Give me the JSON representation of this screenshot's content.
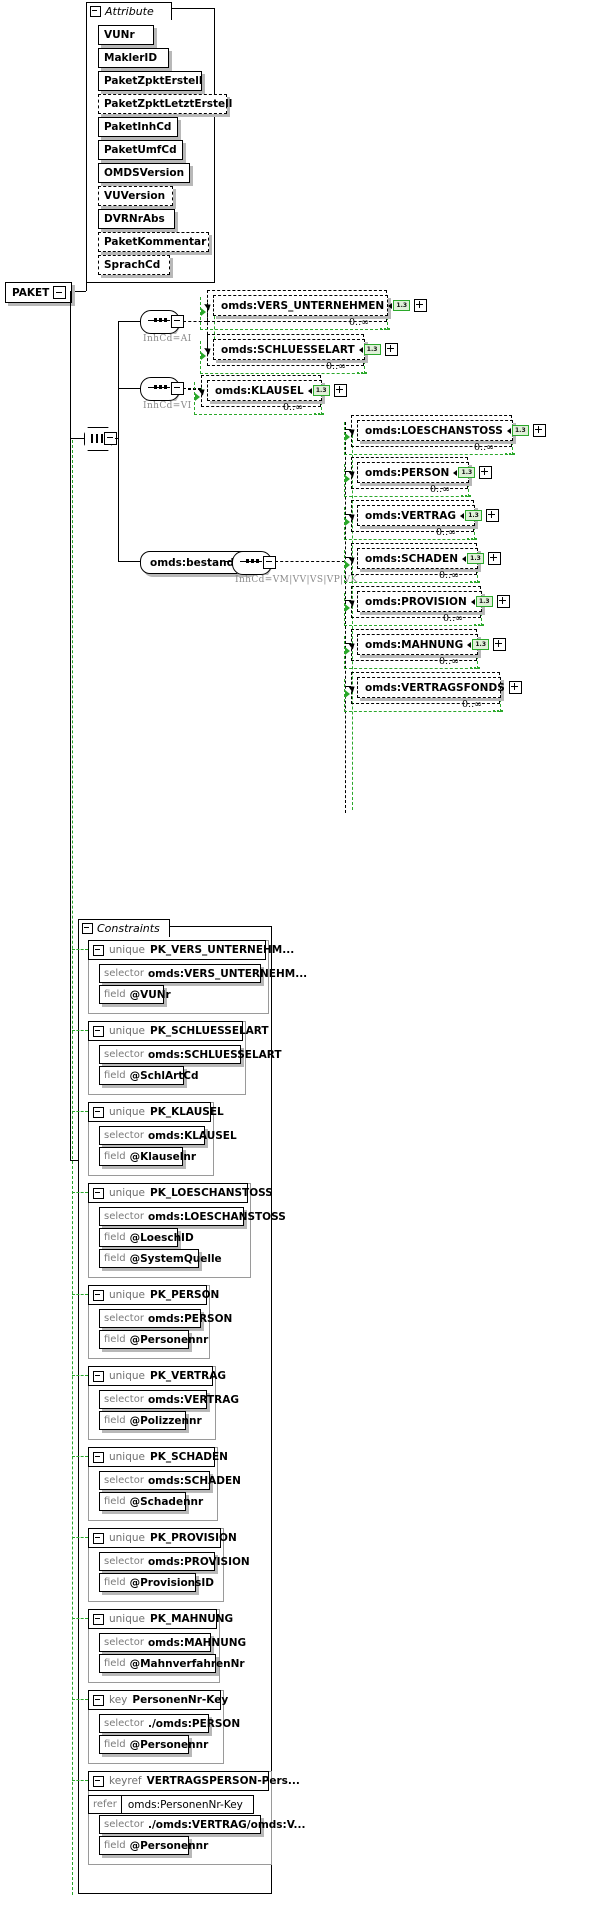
{
  "root": {
    "label": "PAKET"
  },
  "attribute_group": {
    "title": "Attribute",
    "items": [
      {
        "label": "VUNr",
        "optional": false,
        "w": 44
      },
      {
        "label": "MaklerID",
        "optional": false,
        "w": 59
      },
      {
        "label": "PaketZpktErstell",
        "optional": false,
        "w": 92
      },
      {
        "label": "PaketZpktLetztErstell",
        "optional": true,
        "w": 117
      },
      {
        "label": "PaketInhCd",
        "optional": false,
        "w": 68
      },
      {
        "label": "PaketUmfCd",
        "optional": false,
        "w": 73
      },
      {
        "label": "OMDSVersion",
        "optional": false,
        "w": 80
      },
      {
        "label": "VUVersion",
        "optional": true,
        "w": 63
      },
      {
        "label": "DVRNrAbs",
        "optional": false,
        "w": 65
      },
      {
        "label": "PaketKommentar",
        "optional": true,
        "w": 99
      },
      {
        "label": "SprachCd",
        "optional": true,
        "w": 60
      }
    ]
  },
  "compositors": {
    "seq_ai_label": "InhCd=AI",
    "seq_vi_label": "InhCd=VI",
    "seq_bestand_label": "InhCd=VM|VV|VS|VP|VK",
    "bestand_label": "omds:bestand"
  },
  "elements_ai": [
    {
      "label": "omds:VERS_UNTERNEHMEN",
      "version": "1.3",
      "occurs": "0..∞",
      "w": 164
    },
    {
      "label": "omds:SCHLUESSELART",
      "version": "1.3",
      "occurs": "0..∞",
      "w": 141
    }
  ],
  "elements_vi": [
    {
      "label": "omds:KLAUSEL",
      "version": "1.3",
      "occurs": "0..∞",
      "w": 104
    }
  ],
  "elements_bestand": [
    {
      "label": "omds:LOESCHANSTOSS",
      "version": "1.3",
      "occurs": "0..∞",
      "w": 145
    },
    {
      "label": "omds:PERSON",
      "version": "1.3",
      "occurs": "0..∞",
      "w": 101
    },
    {
      "label": "omds:VERTRAG",
      "version": "1.3",
      "occurs": "0..∞",
      "w": 107
    },
    {
      "label": "omds:SCHADEN",
      "version": "1.3",
      "occurs": "0..∞",
      "w": 110
    },
    {
      "label": "omds:PROVISION",
      "version": "1.3",
      "occurs": "0..∞",
      "w": 114
    },
    {
      "label": "omds:MAHNUNG",
      "version": "1.3",
      "occurs": "0..∞",
      "w": 110
    },
    {
      "label": "omds:VERTRAGSFONDS",
      "version": null,
      "occurs": "0..∞",
      "w": 133
    }
  ],
  "constraints_group": {
    "title": "Constraints",
    "items": [
      {
        "kind": "unique",
        "name": "PK_VERS_UNTERNEHM...",
        "headw": 163,
        "rows": [
          {
            "kw": "selector",
            "val": "omds:VERS_UNTERNEHM...",
            "w": 160
          },
          {
            "kw": "field",
            "val": "@VUNr",
            "w": 63
          }
        ]
      },
      {
        "kind": "unique",
        "name": "PK_SCHLUESSELART",
        "headw": 140,
        "rows": [
          {
            "kw": "selector",
            "val": "omds:SCHLUESSELART",
            "w": 140
          },
          {
            "kw": "field",
            "val": "@SchlArtCd",
            "w": 83
          }
        ]
      },
      {
        "kind": "unique",
        "name": "PK_KLAUSEL",
        "headw": 108,
        "rows": [
          {
            "kw": "selector",
            "val": "omds:KLAUSEL",
            "w": 104
          },
          {
            "kw": "field",
            "val": "@Klauselnr",
            "w": 82
          }
        ]
      },
      {
        "kind": "unique",
        "name": "PK_LOESCHANSTOSS",
        "headw": 145,
        "rows": [
          {
            "kw": "selector",
            "val": "omds:LOESCHANSTOSS",
            "w": 143
          },
          {
            "kw": "field",
            "val": "@LoeschID",
            "w": 77
          },
          {
            "kw": "field",
            "val": "@SystemQuelle",
            "w": 98
          }
        ]
      },
      {
        "kind": "unique",
        "name": "PK_PERSON",
        "headw": 104,
        "rows": [
          {
            "kw": "selector",
            "val": "omds:PERSON",
            "w": 100
          },
          {
            "kw": "field",
            "val": "@Personennr",
            "w": 88
          }
        ]
      },
      {
        "kind": "unique",
        "name": "PK_VERTRAG",
        "headw": 110,
        "rows": [
          {
            "kw": "selector",
            "val": "omds:VERTRAG",
            "w": 106
          },
          {
            "kw": "field",
            "val": "@Polizzennr",
            "w": 85
          }
        ]
      },
      {
        "kind": "unique",
        "name": "PK_SCHADEN",
        "headw": 112,
        "rows": [
          {
            "kw": "selector",
            "val": "omds:SCHADEN",
            "w": 109
          },
          {
            "kw": "field",
            "val": "@Schadennr",
            "w": 85
          }
        ]
      },
      {
        "kind": "unique",
        "name": "PK_PROVISION",
        "headw": 118,
        "rows": [
          {
            "kw": "selector",
            "val": "omds:PROVISION",
            "w": 114
          },
          {
            "kw": "field",
            "val": "@ProvisionsID",
            "w": 95
          }
        ]
      },
      {
        "kind": "unique",
        "name": "PK_MAHNUNG",
        "headw": 114,
        "rows": [
          {
            "kw": "selector",
            "val": "omds:MAHNUNG",
            "w": 110
          },
          {
            "kw": "field",
            "val": "@MahnverfahrenNr",
            "w": 115
          }
        ]
      },
      {
        "kind": "key",
        "name": "PersonenNr-Key",
        "headw": 118,
        "rows": [
          {
            "kw": "selector",
            "val": "./omds:PERSON",
            "w": 108
          },
          {
            "kw": "field",
            "val": "@Personennr",
            "w": 88
          }
        ]
      },
      {
        "kind": "keyref",
        "name": "VERTRAGSPERSON-Pers...",
        "headw": 166,
        "refer": {
          "kw": "refer",
          "val": "omds:PersonenNr-Key",
          "w": 164
        },
        "rows": [
          {
            "kw": "selector",
            "val": "./omds:VERTRAG/omds:V...",
            "w": 160
          },
          {
            "kw": "field",
            "val": "@Personennr",
            "w": 88
          }
        ]
      }
    ]
  },
  "colors": {
    "version_badge_border": "#2aa82a",
    "version_badge_fill": "#dff0d8",
    "green_dashed": "#2aa82a",
    "shadow": "#b8b8b8",
    "keyword_gray": "#7a7a7a",
    "label_gray": "#8a8a8a"
  }
}
